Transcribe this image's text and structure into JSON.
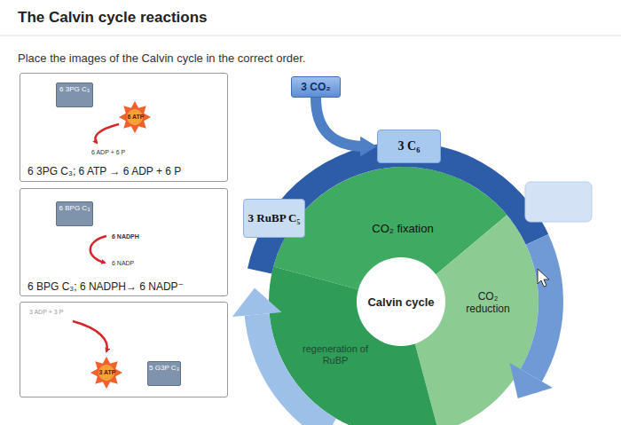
{
  "diagram": {
    "title": "The Calvin cycle reactions",
    "nodes": [
      {
        "text": [
          "6 3PG C₃",
          "6 ATP",
          "6 ADP + 6 P",
          "6 3PG C₃; 6 ATP → 6 ADP + 6 P"
        ]
      },
      {
        "text": [
          "6 BPG C₃",
          "6 NADPH",
          "6 NADP",
          "6 BPG C₃; 6 NADPH→ 6 NADP⁻"
        ]
      },
      {
        "text": [
          "3 ADP + 3 P",
          "3 ATP",
          "5 G3P C₃"
        ]
      },
      {
        "text": [
          "3 CO₂"
        ]
      },
      {
        "text": [
          "3 C₆"
        ]
      },
      {
        "text": [
          "3 RuBP C₅"
        ]
      },
      {
        "text": [
          "CO₂ fixation"
        ]
      },
      {
        "text": [
          "Calvin cycle"
        ]
      },
      {
        "text": [
          "CO₂ reduction"
        ]
      },
      {
        "text": [
          "regeneration of RuBP"
        ]
      }
    ],
    "edges": [
      {
        "from": 3,
        "to": 4,
        "arrow": "to"
      }
    ],
    "labels": [
      "Place the images of the Calvin cycle in the correct order."
    ]
  }
}
